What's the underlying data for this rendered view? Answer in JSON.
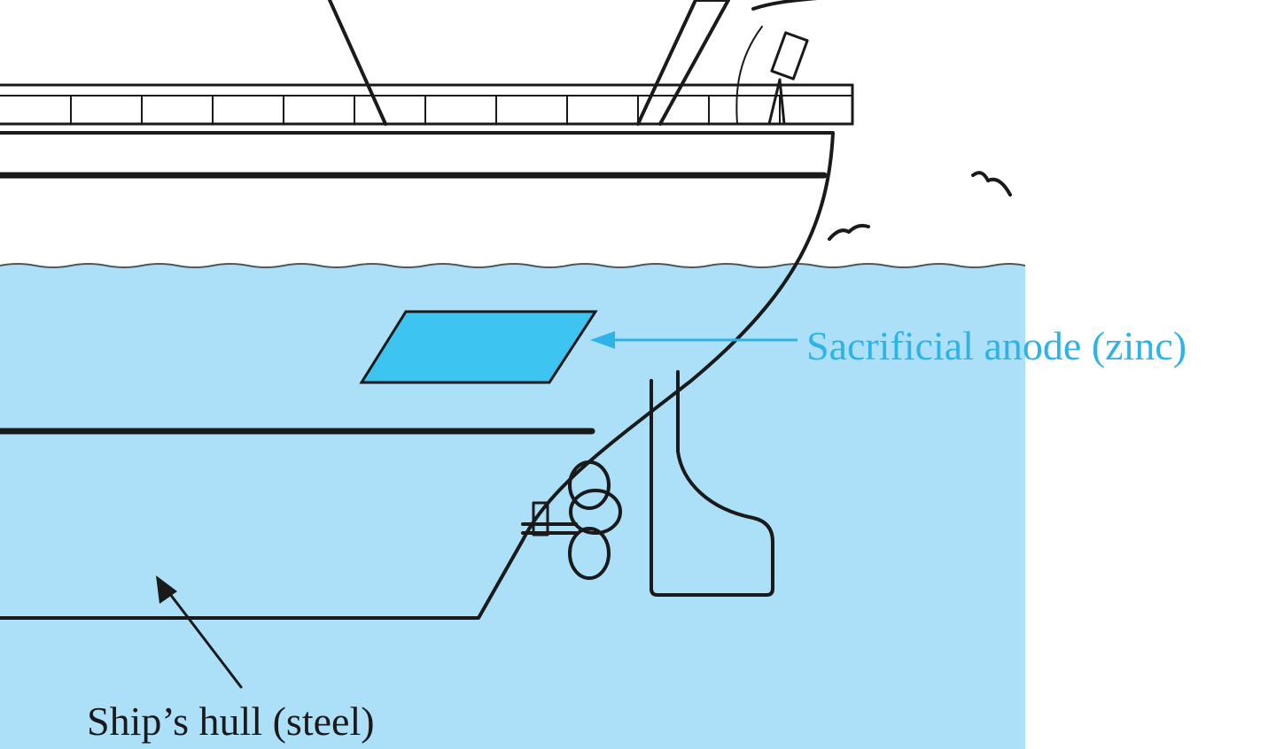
{
  "labels": {
    "anode": "Sacrificial anode (zinc)",
    "hull": "Ship’s hull (steel)"
  },
  "colors": {
    "water": "#ace0f9",
    "anode_fill": "#3ec4f1",
    "anode_label": "#2eb3e8",
    "line": "#1a1a1a"
  },
  "icons": [
    "ship-hull",
    "sacrificial-anode",
    "propeller-icon",
    "rudder-icon",
    "seagull-icon",
    "deck-railing",
    "mast-crane"
  ]
}
